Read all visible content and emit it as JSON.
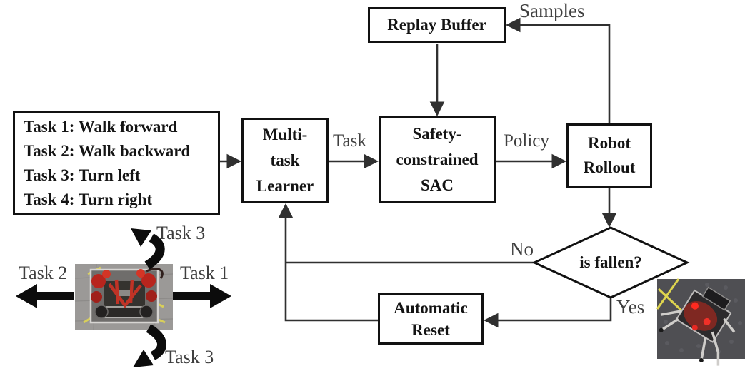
{
  "diagram": {
    "boxes": {
      "task_list": {
        "line1": "Task 1: Walk forward",
        "line2": "Task 2: Walk backward",
        "line3": "Task 3: Turn left",
        "line4": "Task 4: Turn right"
      },
      "multi_task_learner": {
        "line1": "Multi-",
        "line2": "task",
        "line3": "Learner"
      },
      "safety_constrained_sac": {
        "line1": "Safety-",
        "line2": "constrained",
        "line3": "SAC"
      },
      "robot_rollout": {
        "line1": "Robot",
        "line2": "Rollout"
      },
      "replay_buffer": {
        "label": "Replay Buffer"
      },
      "automatic_reset": {
        "line1": "Automatic",
        "line2": "Reset"
      },
      "is_fallen_decision": {
        "label": "is fallen?"
      }
    },
    "edge_labels": {
      "task": "Task",
      "policy": "Policy",
      "samples": "Samples",
      "no": "No",
      "yes": "Yes"
    },
    "robot_task_labels": {
      "forward": "Task 1",
      "backward": "Task 2",
      "turn_up": "Task 3",
      "turn_down": "Task 3"
    },
    "images": {
      "top_view_robot": "top view photo of quadruped robot on gray mat",
      "fallen_robot": "photo of fallen quadruped robot on dark floor"
    },
    "colors": {
      "background": "#ffffff",
      "box_border": "#111111",
      "box_text": "#141414",
      "connector": "#303030",
      "edge_label": "#3f3f3f",
      "thick_arrow": "#0c0c0c"
    }
  }
}
